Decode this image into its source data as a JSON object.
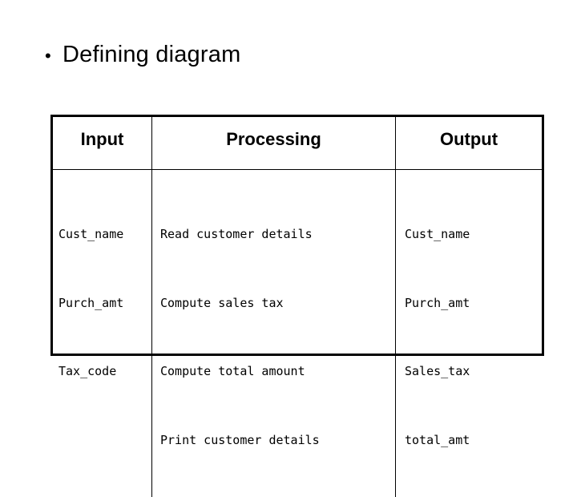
{
  "slide": {
    "bullet_glyph": "•",
    "title": "Defining diagram"
  },
  "table": {
    "headers": {
      "input": "Input",
      "processing": "Processing",
      "output": "Output"
    },
    "columns": {
      "input": [
        "Cust_name",
        "Purch_amt",
        "Tax_code"
      ],
      "processing": [
        "Read customer details",
        "Compute sales tax",
        "Compute total amount",
        "Print customer details"
      ],
      "output": [
        "Cust_name",
        "Purch_amt",
        "Sales_tax",
        "total_amt"
      ]
    }
  },
  "colors": {
    "background": "#ffffff",
    "text": "#000000",
    "border": "#000000"
  }
}
